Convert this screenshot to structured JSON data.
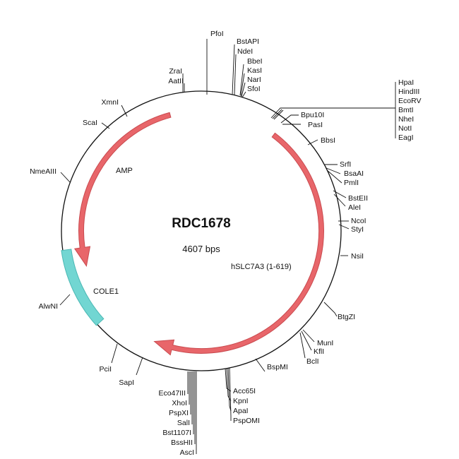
{
  "plasmid": {
    "name": "RDC1678",
    "size_label": "4607 bps"
  },
  "features": [
    {
      "id": "amp",
      "label": "AMP",
      "type": "arrow",
      "color": "#e8666a"
    },
    {
      "id": "hslc7a3",
      "label": "hSLC7A3 (1-619)",
      "type": "arrow",
      "color": "#e8666a"
    },
    {
      "id": "cole1",
      "label": "COLE1",
      "type": "bar",
      "color": "#72d6d2"
    }
  ],
  "enzymes": {
    "pfoi": "PfoI",
    "bstapi": "BstAPI",
    "ndei": "NdeI",
    "bbei": "BbeI",
    "kasi": "KasI",
    "nari": "NarI",
    "sfoi": "SfoI",
    "hpai": "HpaI",
    "hindiii": "HindIII",
    "ecorv": "EcoRV",
    "bmti": "BmtI",
    "nhei": "NheI",
    "noti": "NotI",
    "eagi": "EagI",
    "bpu10i": "Bpu10I",
    "pasi": "PasI",
    "bbsi": "BbsI",
    "srfi": "SrfI",
    "bsaai": "BsaAI",
    "pmli": "PmlI",
    "bsteii": "BstEII",
    "alei": "AleI",
    "ncoi": "NcoI",
    "styi": "StyI",
    "nsii": "NsiI",
    "btgzi": "BtgZI",
    "muni": "MunI",
    "kfli": "KflI",
    "bcli": "BclI",
    "bspmi": "BspMI",
    "acc65i": "Acc65I",
    "kpni": "KpnI",
    "apai": "ApaI",
    "pspomi": "PspOMI",
    "eco47iii": "Eco47III",
    "xhoi": "XhoI",
    "pspxi": "PspXI",
    "sali": "SalI",
    "bst1107i": "Bst1107I",
    "bsshii": "BssHII",
    "asci": "AscI",
    "sapi": "SapI",
    "pcii": "PciI",
    "alwni": "AlwNI",
    "nmeaiii": "NmeAIII",
    "scai": "ScaI",
    "xmni": "XmnI",
    "zrai": "ZraI",
    "aatii": "AatII"
  },
  "colors": {
    "backbone": "#111111",
    "arrow_fill": "#e8666a",
    "arrow_stroke": "#c94a4f",
    "ori_fill": "#72d6d2",
    "ori_stroke": "#4bb8b4"
  }
}
